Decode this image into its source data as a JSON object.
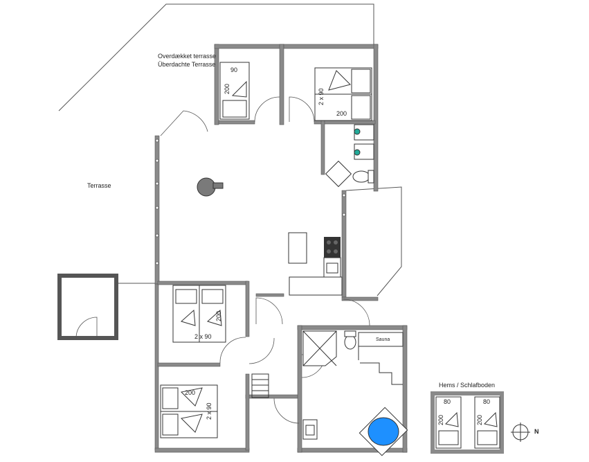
{
  "labels": {
    "covered_terrace_da": "Overdækket terrasse",
    "covered_terrace_de": "Überdachte Terrasse",
    "terrace": "Terrasse",
    "sauna": "Sauna",
    "loft_title": "Hems / Schlafboden"
  },
  "beds": {
    "room_nw_single_width": "90",
    "room_nw_single_length": "200",
    "room_ne_bunk": "2 x 90",
    "room_ne_length": "200",
    "room_mid_double": "2 x 90",
    "room_mid_length": "200",
    "room_sw_length": "200",
    "room_sw_double": "2 x 90",
    "loft_left_width": "80",
    "loft_left_length": "200",
    "loft_right_width": "80",
    "loft_right_length": "200"
  },
  "compass": {
    "north": "N"
  },
  "colors": {
    "wall": "#8a8a8a",
    "wall_dark": "#555555",
    "pool": "#1e90ff",
    "stove": "#7a7a7a",
    "hob": "#333333"
  }
}
